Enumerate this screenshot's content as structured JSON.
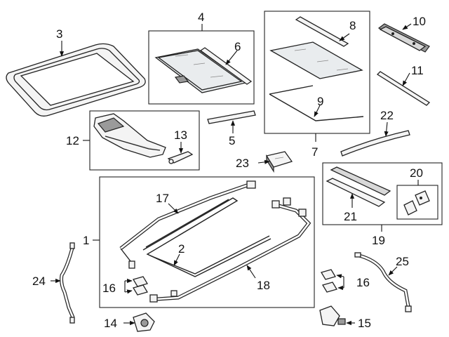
{
  "callouts": {
    "c1": "1",
    "c2": "2",
    "c3": "3",
    "c4": "4",
    "c5": "5",
    "c6": "6",
    "c7": "7",
    "c8": "8",
    "c9": "9",
    "c10": "10",
    "c11": "11",
    "c12": "12",
    "c13": "13",
    "c14": "14",
    "c15": "15",
    "c16a": "16",
    "c16b": "16",
    "c17": "17",
    "c18": "18",
    "c19": "19",
    "c20": "20",
    "c21": "21",
    "c22": "22",
    "c23": "23",
    "c24": "24",
    "c25": "25"
  }
}
